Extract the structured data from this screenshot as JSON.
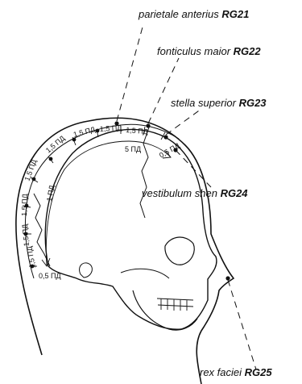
{
  "points": [
    {
      "name": "parietale anterius",
      "code": "RG21"
    },
    {
      "name": "fonticulus maior",
      "code": "RG22"
    },
    {
      "name": "stella superior",
      "code": "RG23"
    },
    {
      "name": "vestibulum shen",
      "code": "RG24"
    },
    {
      "name": "rex faciei",
      "code": "RG25"
    }
  ],
  "measurements": {
    "m15": "1,5 ПД",
    "m5": "5 ПД",
    "m1": "1 ПД",
    "m05": "0,5 ПД"
  }
}
